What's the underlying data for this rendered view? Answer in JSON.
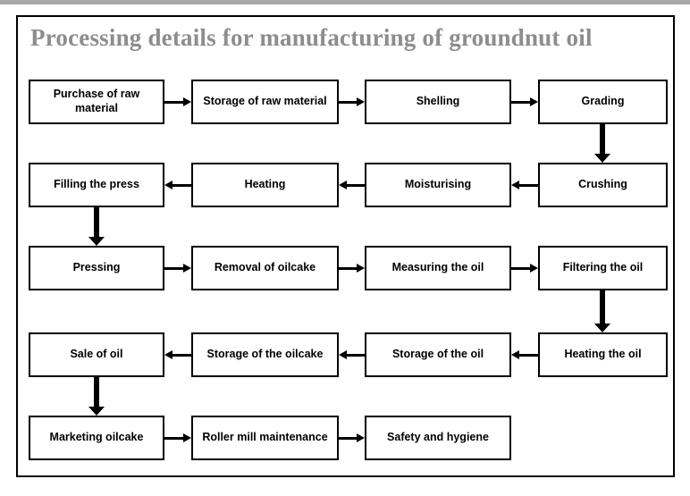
{
  "page": {
    "title": "Processing details for manufacturing of groundnut oil",
    "title_color": "#8d8d8d",
    "frame_border_color": "#000000",
    "background_color": "#ffffff",
    "top_strip_color": "#a8a8a8"
  },
  "chart_data": {
    "type": "diagram",
    "diagram_type": "process-flowchart",
    "title": "Processing details for manufacturing of groundnut oil",
    "flow_direction": "serpentine (boustrophedon): row 1 left-to-right, row 2 right-to-left, row 3 left-to-right, row 4 right-to-left, row 5 left-to-right",
    "node_count": 19,
    "nodes": [
      {
        "id": 1,
        "label": "Purchase of raw material",
        "row": 1,
        "col": 1
      },
      {
        "id": 2,
        "label": "Storage of raw material",
        "row": 1,
        "col": 2
      },
      {
        "id": 3,
        "label": "Shelling",
        "row": 1,
        "col": 3
      },
      {
        "id": 4,
        "label": "Grading",
        "row": 1,
        "col": 4
      },
      {
        "id": 5,
        "label": "Crushing",
        "row": 2,
        "col": 4
      },
      {
        "id": 6,
        "label": "Moisturising",
        "row": 2,
        "col": 3
      },
      {
        "id": 7,
        "label": "Heating",
        "row": 2,
        "col": 2
      },
      {
        "id": 8,
        "label": "Filling the press",
        "row": 2,
        "col": 1
      },
      {
        "id": 9,
        "label": "Pressing",
        "row": 3,
        "col": 1
      },
      {
        "id": 10,
        "label": "Removal of oilcake",
        "row": 3,
        "col": 2
      },
      {
        "id": 11,
        "label": "Measuring the oil",
        "row": 3,
        "col": 3
      },
      {
        "id": 12,
        "label": "Filtering the oil",
        "row": 3,
        "col": 4
      },
      {
        "id": 13,
        "label": "Heating the oil",
        "row": 4,
        "col": 4
      },
      {
        "id": 14,
        "label": "Storage of the oil",
        "row": 4,
        "col": 3
      },
      {
        "id": 15,
        "label": "Storage of the oilcake",
        "row": 4,
        "col": 2
      },
      {
        "id": 16,
        "label": "Sale of oil",
        "row": 4,
        "col": 1
      },
      {
        "id": 17,
        "label": "Marketing oilcake",
        "row": 5,
        "col": 1
      },
      {
        "id": 18,
        "label": "Roller mill maintenance",
        "row": 5,
        "col": 2
      },
      {
        "id": 19,
        "label": "Safety and hygiene",
        "row": 5,
        "col": 3
      }
    ],
    "edges": [
      {
        "from": "Purchase of raw material",
        "to": "Storage of raw material",
        "direction": "right"
      },
      {
        "from": "Storage of raw material",
        "to": "Shelling",
        "direction": "right"
      },
      {
        "from": "Shelling",
        "to": "Grading",
        "direction": "right"
      },
      {
        "from": "Grading",
        "to": "Crushing",
        "direction": "down"
      },
      {
        "from": "Crushing",
        "to": "Moisturising",
        "direction": "left"
      },
      {
        "from": "Moisturising",
        "to": "Heating",
        "direction": "left"
      },
      {
        "from": "Heating",
        "to": "Filling the press",
        "direction": "left"
      },
      {
        "from": "Filling the press",
        "to": "Pressing",
        "direction": "down"
      },
      {
        "from": "Pressing",
        "to": "Removal of oilcake",
        "direction": "right"
      },
      {
        "from": "Removal of oilcake",
        "to": "Measuring the oil",
        "direction": "right"
      },
      {
        "from": "Measuring the oil",
        "to": "Filtering the oil",
        "direction": "right"
      },
      {
        "from": "Filtering the oil",
        "to": "Heating the oil",
        "direction": "down"
      },
      {
        "from": "Heating the oil",
        "to": "Storage of the oil",
        "direction": "left"
      },
      {
        "from": "Storage of the oil",
        "to": "Storage of the oilcake",
        "direction": "left"
      },
      {
        "from": "Storage of the oilcake",
        "to": "Sale of oil",
        "direction": "left"
      },
      {
        "from": "Sale of oil",
        "to": "Marketing oilcake",
        "direction": "down"
      },
      {
        "from": "Marketing oilcake",
        "to": "Roller mill maintenance",
        "direction": "right"
      },
      {
        "from": "Roller mill maintenance",
        "to": "Safety and hygiene",
        "direction": "right"
      }
    ]
  }
}
